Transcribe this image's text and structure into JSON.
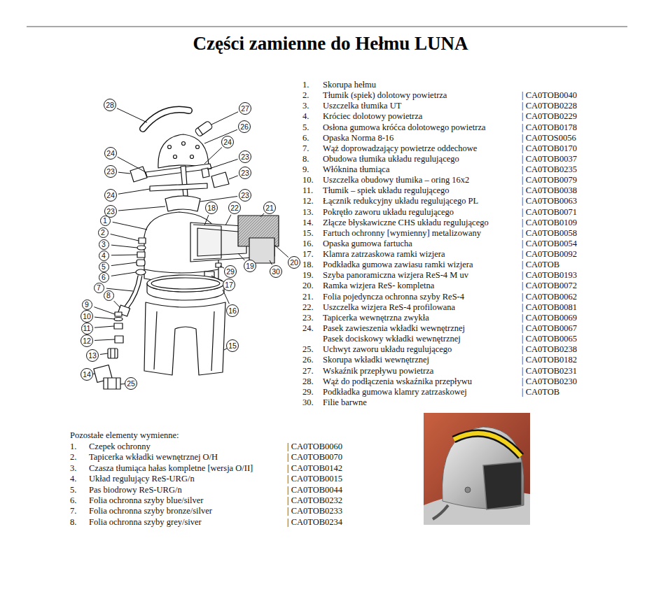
{
  "diagram": {
    "title": "Części zamienne do Hełmu LUNA",
    "nodes": [
      {
        "text": [
          "28"
        ]
      },
      {
        "text": [
          "27"
        ]
      },
      {
        "text": [
          "26"
        ]
      },
      {
        "text": [
          "24"
        ]
      },
      {
        "text": [
          "24"
        ]
      },
      {
        "text": [
          "23"
        ]
      },
      {
        "text": [
          "23"
        ]
      },
      {
        "text": [
          "23"
        ]
      },
      {
        "text": [
          "24"
        ]
      },
      {
        "text": [
          "23"
        ]
      },
      {
        "text": [
          "18"
        ]
      },
      {
        "text": [
          "22"
        ]
      },
      {
        "text": [
          "21"
        ]
      },
      {
        "text": [
          "23"
        ]
      },
      {
        "text": [
          "1"
        ]
      },
      {
        "text": [
          "2"
        ]
      },
      {
        "text": [
          "3"
        ]
      },
      {
        "text": [
          "4"
        ]
      },
      {
        "text": [
          "20"
        ]
      },
      {
        "text": [
          "5"
        ]
      },
      {
        "text": [
          "19"
        ]
      },
      {
        "text": [
          "29"
        ]
      },
      {
        "text": [
          "30"
        ]
      },
      {
        "text": [
          "6"
        ]
      },
      {
        "text": [
          "17"
        ]
      },
      {
        "text": [
          "7"
        ]
      },
      {
        "text": [
          "8"
        ]
      },
      {
        "text": [
          "9"
        ]
      },
      {
        "text": [
          "16"
        ]
      },
      {
        "text": [
          "10"
        ]
      },
      {
        "text": [
          "11"
        ]
      },
      {
        "text": [
          "12"
        ]
      },
      {
        "text": [
          "15"
        ]
      },
      {
        "text": [
          "13"
        ]
      },
      {
        "text": [
          "14"
        ]
      },
      {
        "text": [
          "25"
        ]
      }
    ],
    "labels": [
      "1.",
      "Skorupa hełmu",
      "2.",
      "Tłumik (spiek) dolotowy powietrza",
      "| CA0TOB0040",
      "3.",
      "Uszczelka tłumika UT",
      "| CA0TOB0228",
      "4.",
      "Króciec dolotowy powietrza",
      "| CA0TOB0229",
      "5.",
      "Osłona gumowa króćca dolotowego powietrza",
      "| CA0TOB0178",
      "6.",
      "Opaska Norma 8-16",
      "| CA0TOS0056",
      "7.",
      "Wąż doprowadzający powietrze oddechowe",
      "| CA0TOB0170",
      "8.",
      "Obudowa tłumika układu regulującego",
      "| CA0TOB0037",
      "9.",
      "Włóknina tłumiąca",
      "| CA0TOB0235",
      "10.",
      "Uszczelka obudowy tłumika – oring 16x2",
      "| CA0TOB0079",
      "11.",
      "Tłumik – spiek układu regulującego",
      "| CA0TOB0038",
      "12.",
      "Łącznik redukcyjny układu regulującego PL",
      "| CA0TOB0063",
      "13.",
      "Pokrętło zaworu układu regulującego",
      "| CA0TOB0071",
      "14.",
      "Złącze błyskawiczne CHS układu regulującego",
      "| CA0TOB0109",
      "15.",
      "Fartuch ochronny [wymienny] metalizowany",
      "| CA0TOB0058",
      "16.",
      "Opaska gumowa fartucha",
      "| CA0TOB0054",
      "17.",
      "Klamra zatrzaskowa ramki wizjera",
      "| CA0TOB0092",
      "18.",
      "Podkładka gumowa zawiasu ramki wizjera",
      "| CA0TOB",
      "19.",
      "Szyba panoramiczna wizjera ReS-4 M uv",
      "| CA0TOB0193",
      "20.",
      "Ramka wizjera ReS- kompletna",
      "| CA0TOB0072",
      "21.",
      "Folia pojedyncza ochronna szyby ReS-4",
      "| CA0TOB0062",
      "22.",
      "Uszczelka wizjera ReS-4 profilowana",
      "| CA0TOB0081",
      "23.",
      "Tapicerka wewnętrzna zwykła",
      "| CA0TOB0069",
      "24.",
      "Pasek zawieszenia wkładki wewnętrznej",
      "| CA0TOB0067",
      "Pasek dociskowy wkładki wewnętrznej",
      "| CA0TOB0065",
      "25.",
      "Uchwyt zaworu układu regulującego",
      "| CA0TOB0238",
      "26.",
      "Skorupa wkładki wewnętrznej",
      "| CA0TOB0182",
      "27.",
      "Wskaźnik przepływu powietrza",
      "| CA0TOB0231",
      "28.",
      "Wąż do podłączenia wskaźnika przepływu",
      "| CA0TOB0230",
      "29.",
      "Podkładka gumowa klamry zatrzaskowej",
      "| CA0TOB",
      "30.",
      "Filie barwne",
      "Pozostałe elementy wymienne:",
      "1.",
      "Czepek ochronny",
      "| CA0TOB0060",
      "2.",
      "Tapicerka wkładki wewnętrznej O/H",
      "| CA0TOB0070",
      "3.",
      "Czasza tłumiąca hałas kompletne [wersja O/II]",
      "| CA0TOB0142",
      "4.",
      "Układ regulujący ReS-URG/n",
      "| CA0TOB0015",
      "5.",
      "Pas biodrowy ReS-URG/n",
      "| CA0TOB0044",
      "6.",
      "Folia ochronna szyby blue/silver",
      "| CA0TOB0232",
      "7.",
      "Folia ochronna szyby bronze/silver",
      "| CA0TOB0233",
      "8.",
      "Folia ochronna szyby grey/siver",
      "| CA0TOB0234"
    ]
  }
}
